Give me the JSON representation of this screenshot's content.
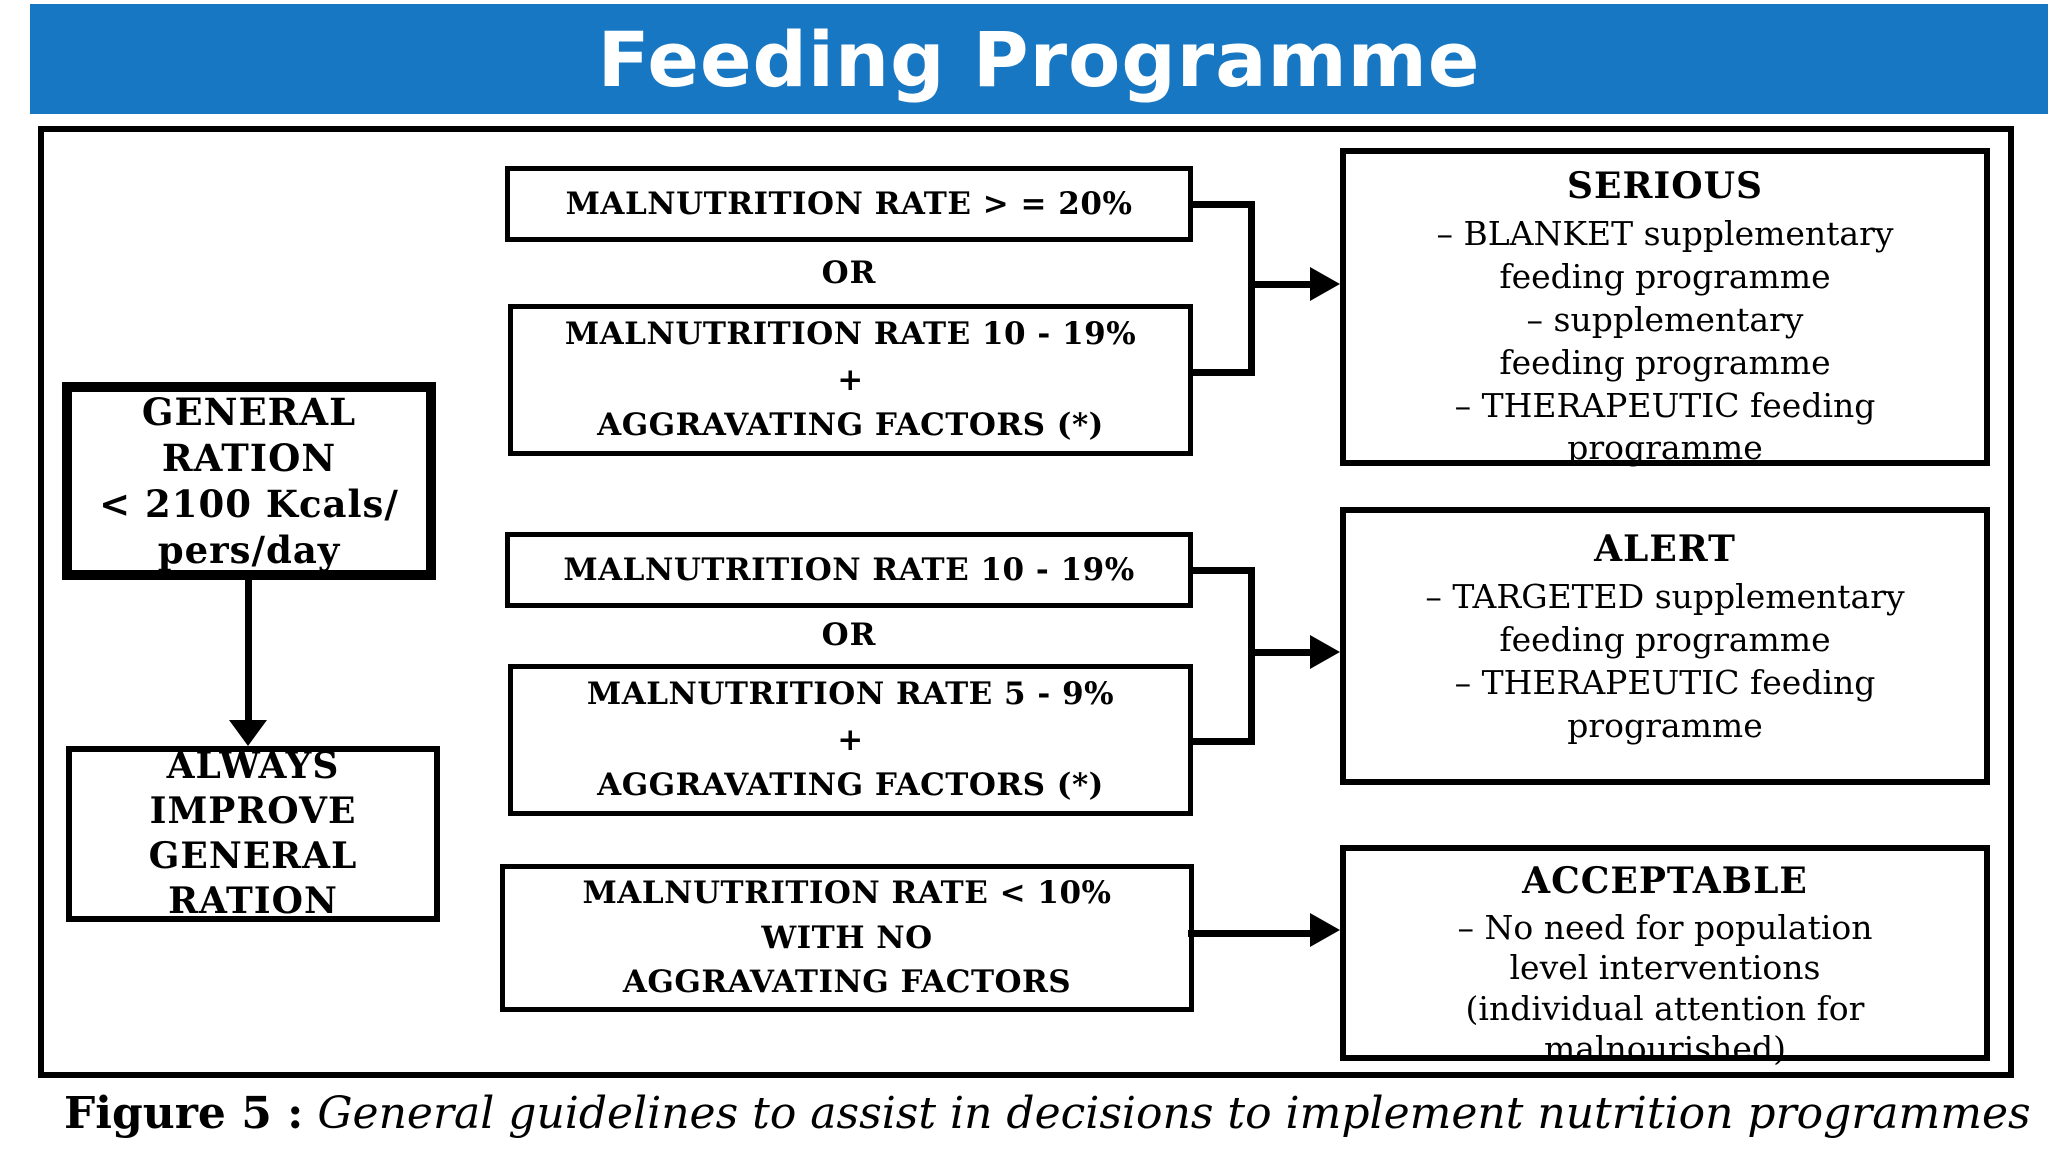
{
  "header": {
    "title": "Feeding Programme"
  },
  "colors": {
    "header_bg": "#1877c2",
    "header_text": "#ffffff",
    "ink": "#000000",
    "page_bg": "#ffffff"
  },
  "left_column": {
    "general_ration": {
      "lines": [
        "GENERAL",
        "RATION",
        "< 2100 Kcals/",
        "pers/day"
      ]
    },
    "always_improve": {
      "lines": [
        "ALWAYS",
        "IMPROVE",
        "GENERAL",
        "RATION"
      ]
    }
  },
  "condition_groups": [
    {
      "id": "serious",
      "top_box": "MALNUTRITION RATE > = 20%",
      "or_label": "OR",
      "bottom_box_lines": [
        "MALNUTRITION RATE 10 - 19%",
        "+",
        "AGGRAVATING FACTORS (*)"
      ]
    },
    {
      "id": "alert",
      "top_box": "MALNUTRITION RATE 10 - 19%",
      "or_label": "OR",
      "bottom_box_lines": [
        "MALNUTRITION RATE 5 - 9%",
        "+",
        "AGGRAVATING FACTORS (*)"
      ]
    },
    {
      "id": "acceptable",
      "single_box_lines": [
        "MALNUTRITION RATE < 10%",
        "WITH NO",
        "AGGRAVATING FACTORS"
      ]
    }
  ],
  "outcomes": [
    {
      "title": "SERIOUS",
      "lines": [
        "– BLANKET supplementary",
        "feeding programme",
        "– supplementary",
        "feeding programme",
        "– THERAPEUTIC feeding",
        "programme"
      ]
    },
    {
      "title": "ALERT",
      "lines": [
        "– TARGETED supplementary",
        "feeding programme",
        "– THERAPEUTIC feeding",
        "programme"
      ]
    },
    {
      "title": "ACCEPTABLE",
      "lines": [
        "– No need for population",
        "level interventions",
        "(individual attention for",
        "malnourished)"
      ]
    }
  ],
  "caption": {
    "label": "Figure 5 :",
    "text": "General guidelines to assist in decisions to implement nutrition programmes"
  }
}
